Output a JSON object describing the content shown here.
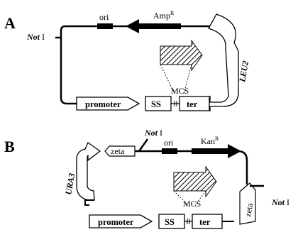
{
  "panel_a": {
    "label": "A",
    "not_site": {
      "italic": "Not",
      "rest": " I"
    },
    "ori": "ori",
    "amp": {
      "base": "Amp",
      "sup": "R"
    },
    "marker": "LEU2",
    "mcs": "MCS",
    "promoter": "promoter",
    "ss": "SS",
    "ter": "ter"
  },
  "panel_b": {
    "label": "B",
    "not_site_top": {
      "italic": "Not",
      "rest": " I"
    },
    "not_site_right": {
      "italic": "Not",
      "rest": " I"
    },
    "zeta_top": "zeta",
    "ori": "ori",
    "kan": {
      "base": "Kan",
      "sup": "R"
    },
    "marker": "URA3",
    "mcs": "MCS",
    "promoter": "promoter",
    "ss": "SS",
    "ter": "ter",
    "zeta_right": "zeta"
  }
}
